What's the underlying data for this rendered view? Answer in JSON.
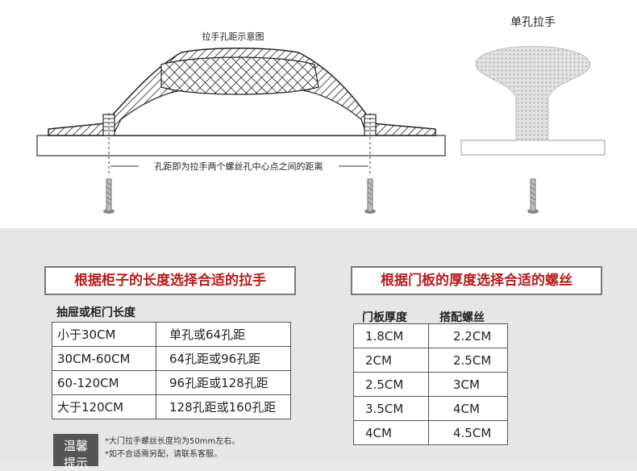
{
  "diagram": {
    "handle_title": "拉手孔距示意图",
    "single_title": "单孔拉手",
    "spacing_caption": "孔距即为拉手两个螺丝孔中心点之间的距离"
  },
  "cabinet_section": {
    "heading": "根据柜子的长度选择合适的拉手",
    "column_header": "抽屉或柜门长度",
    "rows": [
      {
        "length": "小于30CM",
        "spacing": "单孔或64孔距"
      },
      {
        "length": "30CM-60CM",
        "spacing": "64孔距或96孔距"
      },
      {
        "length": "60-120CM",
        "spacing": "96孔距或128孔距"
      },
      {
        "length": "大于120CM",
        "spacing": "128孔距或160孔距"
      }
    ]
  },
  "screw_section": {
    "heading": "根据门板的厚度选择合适的螺丝",
    "header_thickness": "门板厚度",
    "header_screw": "搭配螺丝",
    "rows": [
      {
        "thickness": "1.8CM",
        "screw": "2.2CM"
      },
      {
        "thickness": "2CM",
        "screw": "2.5CM"
      },
      {
        "thickness": "2.5CM",
        "screw": "3CM"
      },
      {
        "thickness": "3.5CM",
        "screw": "4CM"
      },
      {
        "thickness": "4CM",
        "screw": "4.5CM"
      }
    ]
  },
  "notice": {
    "badge_line1": "温馨",
    "badge_line2": "提示",
    "line1": "*大门拉手螺丝长度均为50mm左右。",
    "line2": "*如不合适需另配，请联系客服。"
  }
}
